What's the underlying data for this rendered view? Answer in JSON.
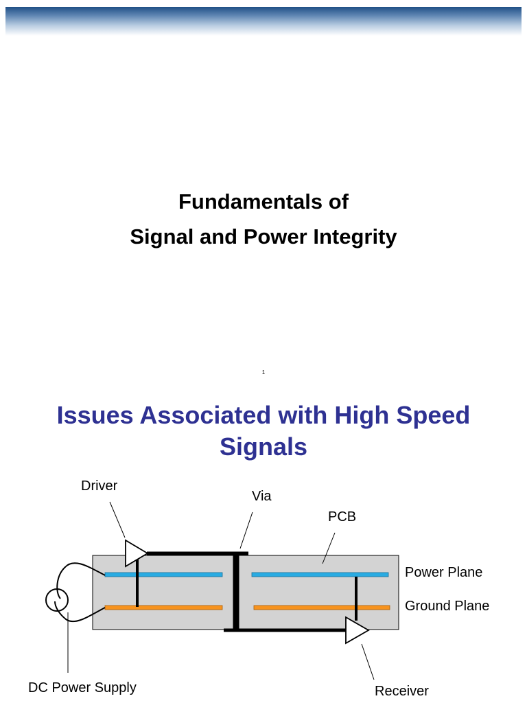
{
  "slide1": {
    "title_line1": "Fundamentals of",
    "title_line2": "Signal and Power Integrity",
    "page_number": "1"
  },
  "slide2": {
    "title_line1": "Issues Associated with High Speed",
    "title_line2": "Signals",
    "labels": {
      "driver": "Driver",
      "via": "Via",
      "pcb": "PCB",
      "power_plane": "Power Plane",
      "ground_plane": "Ground Plane",
      "dc_power_supply": "DC Power Supply",
      "receiver": "Receiver"
    }
  },
  "colors": {
    "title_blue": "#2e3192",
    "board_gray": "#d3d3d3",
    "power_plane": "#29abe2",
    "ground_plane": "#f7931e"
  }
}
